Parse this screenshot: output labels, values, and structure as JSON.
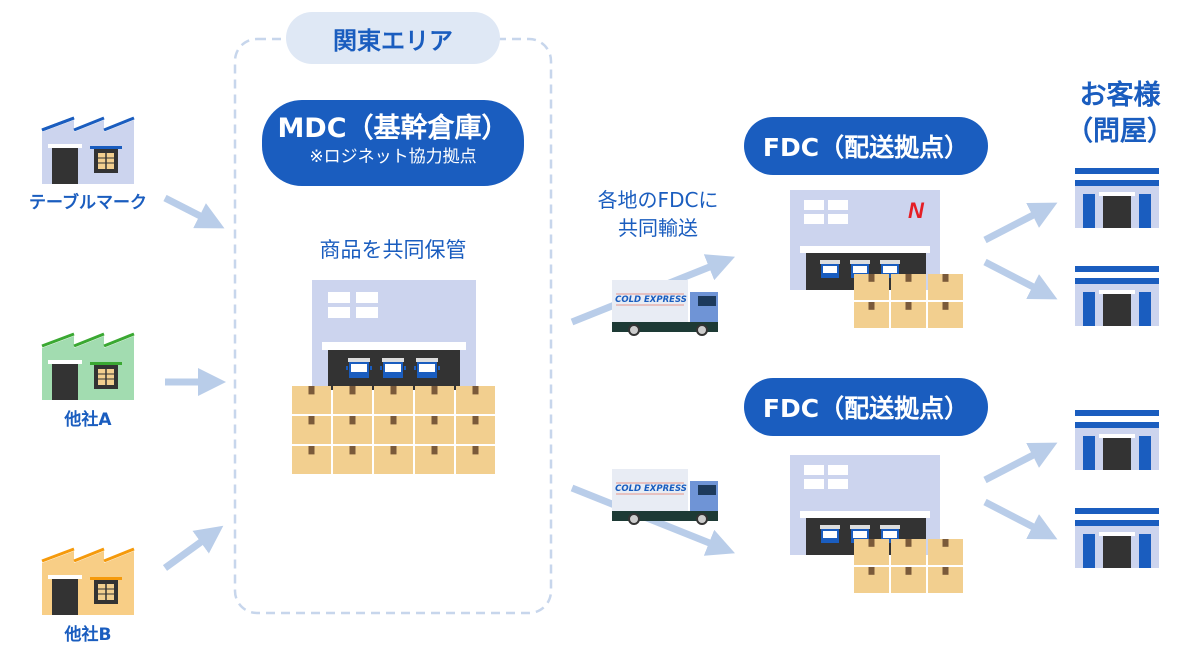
{
  "colors": {
    "primary_blue": "#1a5dbf",
    "light_blue_bg": "#dfe8f5",
    "arrow": "#b9cde9",
    "warehouse_wall": "#ccd4ee",
    "box": "#f2cf8f",
    "box_tape": "#7a5a3a",
    "dark_door": "#333333",
    "factory_green": "#a2dcb0",
    "factory_green_roof": "#3aa832",
    "factory_orange": "#f8ce86",
    "factory_orange_roof": "#f59a0c",
    "logo_red": "#e51e25"
  },
  "suppliers": [
    {
      "label": "テーブルマーク",
      "color": "blue"
    },
    {
      "label": "他社A",
      "color": "green"
    },
    {
      "label": "他社B",
      "color": "orange"
    }
  ],
  "region": {
    "label": "関東エリア"
  },
  "mdc": {
    "title": "MDC（基幹倉庫）",
    "subtitle": "※ロジネット協力拠点",
    "caption": "商品を共同保管"
  },
  "transport": {
    "caption_line1": "各地のFDCに",
    "caption_line2": "共同輸送",
    "truck_label": "COLD EXPRESS"
  },
  "fdc": [
    {
      "title": "FDC（配送拠点）",
      "logo": "N"
    },
    {
      "title": "FDC（配送拠点）",
      "logo": ""
    }
  ],
  "customers": {
    "title_line1": "お客様",
    "title_line2": "（問屋）",
    "count": 4
  }
}
